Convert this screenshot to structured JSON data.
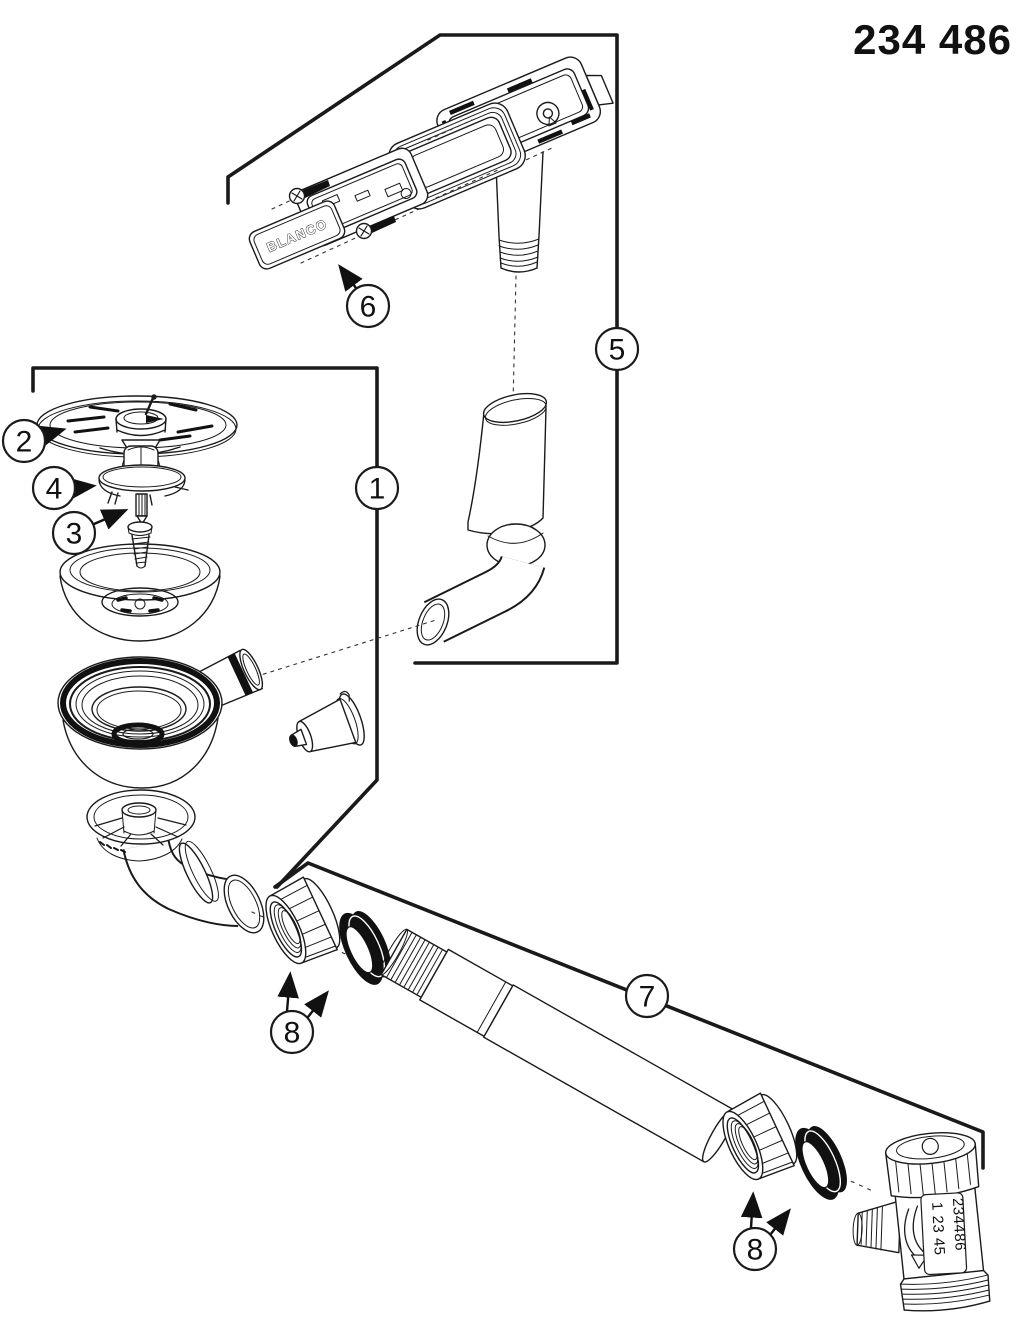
{
  "title": "234 486",
  "callouts": {
    "c1": "1",
    "c2": "2",
    "c3": "3",
    "c4": "4",
    "c5": "5",
    "c6": "6",
    "c7": "7",
    "c8a": "8",
    "c8b": "8"
  },
  "labels": {
    "cover_plate_brand": "BLANCO",
    "tee_part_number": "234486",
    "tee_size_code": "1 23 45"
  },
  "colors": {
    "line": "#1a1a1a",
    "background": "#ffffff",
    "seal_black": "#111111"
  }
}
